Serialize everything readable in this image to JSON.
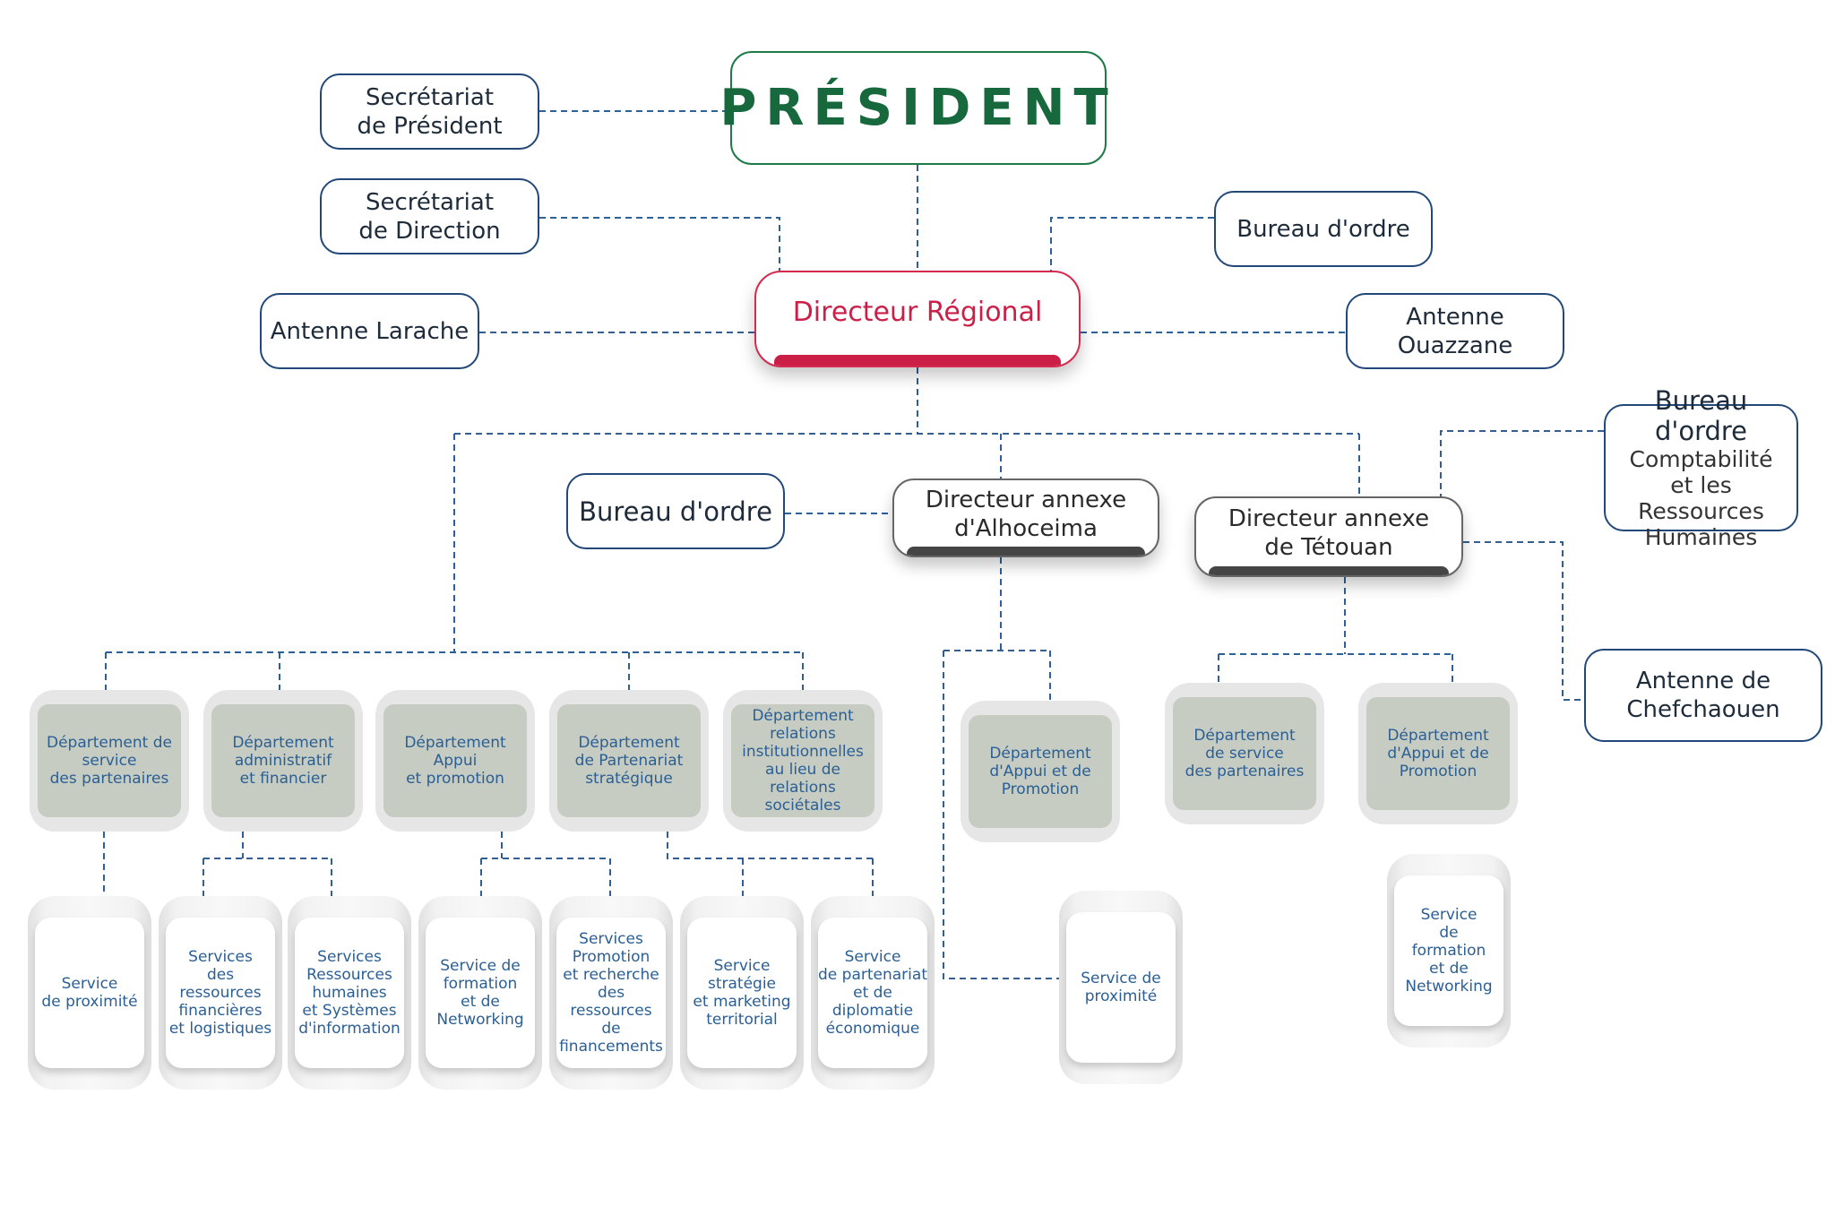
{
  "president": "PRÉSIDENT",
  "secretariat_president": "Secrétariat\nde Président",
  "secretariat_direction": "Secrétariat\nde Direction",
  "bureau_ordre_top": "Bureau d'ordre",
  "antenne_larache": "Antenne Larache",
  "antenne_ouazzane": "Antenne\nOuazzane",
  "directeur_regional": "Directeur Régional",
  "bureau_ordre_alhoceima": "Bureau d'ordre",
  "directeur_alhoceima": "Directeur annexe\nd'Alhoceima",
  "directeur_tetouan": "Directeur annexe\nde Tétouan",
  "bureau_ordre_tetouan": {
    "title": "Bureau d'ordre",
    "subtitle": "Comptabilité\net les Ressources\nHumaines"
  },
  "antenne_chefchaouen": "Antenne de\nChefchaouen",
  "departments": [
    "Département de\nservice\ndes partenaires",
    "Département\nadministratif\net financier",
    "Département\nAppui\net promotion",
    "Département\nde Partenariat\nstratégique",
    "Département\nrelations\ninstitutionnelles\nau lieu de\nrelations sociétales",
    "Département\nd'Appui et de\nPromotion",
    "Département\nde service\ndes partenaires",
    "Département\nd'Appui et de\nPromotion"
  ],
  "services": [
    "Service\nde proximité",
    "Services\ndes ressources\nfinancières\net logistiques",
    "Services\nRessources\nhumaines\net Systèmes\nd'information",
    "Service de\nformation\net de\nNetworking",
    "Services\nPromotion\net recherche\ndes ressources\nde\nfinancements",
    "Service\nstratégie\net marketing\nterritorial",
    "Service\nde partenariat\net de diplomatie\néconomique",
    "Service de\nproximité",
    "Service\nde\nformation\net de\nNetworking"
  ]
}
